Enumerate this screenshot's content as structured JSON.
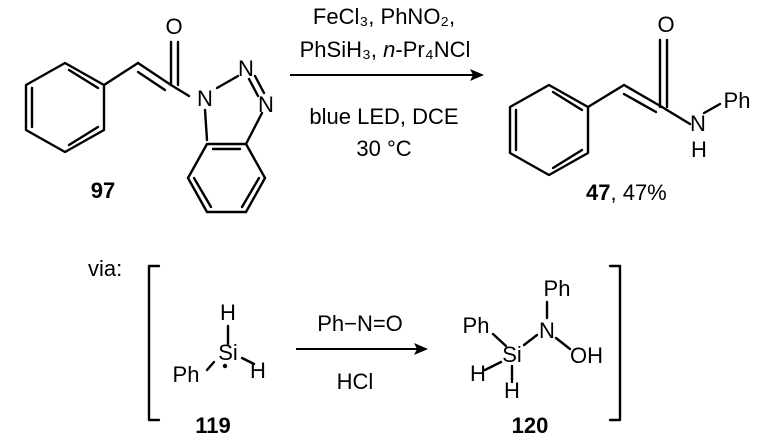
{
  "top_reaction": {
    "reactant": {
      "atoms": {
        "carbonyl_o": "O",
        "n1": "N",
        "n2": "N",
        "n3": "N"
      },
      "label": "97"
    },
    "conditions": {
      "line1": "FeCl₃, PhNO₂,",
      "line2_a": "PhSiH₃, ",
      "line2_b": "n",
      "line2_c": "-Pr₄NCl",
      "line3": "blue LED, DCE",
      "line4": "30 °C"
    },
    "product": {
      "atoms": {
        "carbonyl_o": "O",
        "amide_n": "N",
        "amide_h": "H",
        "phenyl": "Ph"
      },
      "label": "47",
      "yield": ", 47%"
    }
  },
  "mechanism": {
    "via_label": "via:",
    "silyl_radical": {
      "atoms": {
        "h_top": "H",
        "si": "Si",
        "h_right": "H",
        "ph": "Ph"
      },
      "label": "119"
    },
    "reagent_above": "Ph−N=O",
    "reagent_below": "HCl",
    "adduct": {
      "atoms": {
        "ph_top": "Ph",
        "n": "N",
        "ph_si": "Ph",
        "si": "Si",
        "oh": "OH",
        "h_left": "H",
        "h_bottom": "H"
      },
      "label": "120"
    }
  }
}
